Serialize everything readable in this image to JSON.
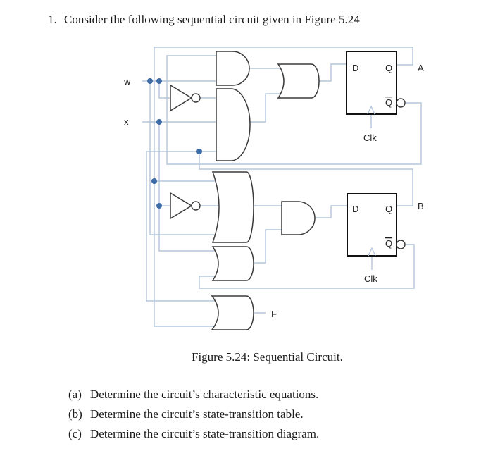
{
  "question": {
    "number": "1.",
    "text": "Consider the following sequential circuit given in Figure 5.24"
  },
  "figure": {
    "caption": "Figure 5.24: Sequential Circuit.",
    "inputs": {
      "w": "w",
      "x": "x"
    },
    "outputs": {
      "A": "A",
      "B": "B",
      "F": "F"
    },
    "flip_flops": [
      {
        "name": "A",
        "d_label": "D",
        "q_label": "Q",
        "qbar_label": "Q",
        "clk_label": "Clk"
      },
      {
        "name": "B",
        "d_label": "D",
        "q_label": "Q",
        "qbar_label": "Q",
        "clk_label": "Clk"
      }
    ],
    "gates": [
      {
        "id": "and-top",
        "type": "AND",
        "inputs": [
          "A'",
          "w"
        ],
        "feeds": "or-a"
      },
      {
        "id": "and-3in",
        "type": "AND",
        "inputs": [
          "w'",
          "x",
          "B"
        ],
        "feeds": "or-a"
      },
      {
        "id": "or-a",
        "type": "OR",
        "inputs": [
          "and-top",
          "and-3in"
        ],
        "feeds": "D of flip-flop A"
      },
      {
        "id": "or-3in",
        "type": "OR",
        "inputs": [
          "A",
          "x'",
          "w"
        ],
        "feeds": "and-b"
      },
      {
        "id": "or-mid",
        "type": "OR",
        "inputs": [
          "x",
          "B'"
        ],
        "feeds": "and-b"
      },
      {
        "id": "and-b",
        "type": "AND",
        "inputs": [
          "or-3in",
          "or-mid"
        ],
        "feeds": "D of flip-flop B"
      },
      {
        "id": "or-f",
        "type": "OR",
        "inputs": [
          "B",
          "A"
        ],
        "feeds": "F"
      },
      {
        "id": "not-w",
        "type": "NOT",
        "inputs": [
          "w"
        ],
        "feeds": "and-3in"
      },
      {
        "id": "not-x",
        "type": "NOT",
        "inputs": [
          "x"
        ],
        "feeds": "or-3in"
      }
    ]
  },
  "parts": [
    {
      "label": "(a)",
      "text": "Determine the circuit’s characteristic equations."
    },
    {
      "label": "(b)",
      "text": "Determine the circuit’s state-transition table."
    },
    {
      "label": "(c)",
      "text": "Determine the circuit’s state-transition diagram."
    }
  ],
  "colors": {
    "wire": "#b3c5dc",
    "gate_outline": "#3a3a3a",
    "junction_dot": "#3d6ca7",
    "text": "#1b1b1b"
  }
}
